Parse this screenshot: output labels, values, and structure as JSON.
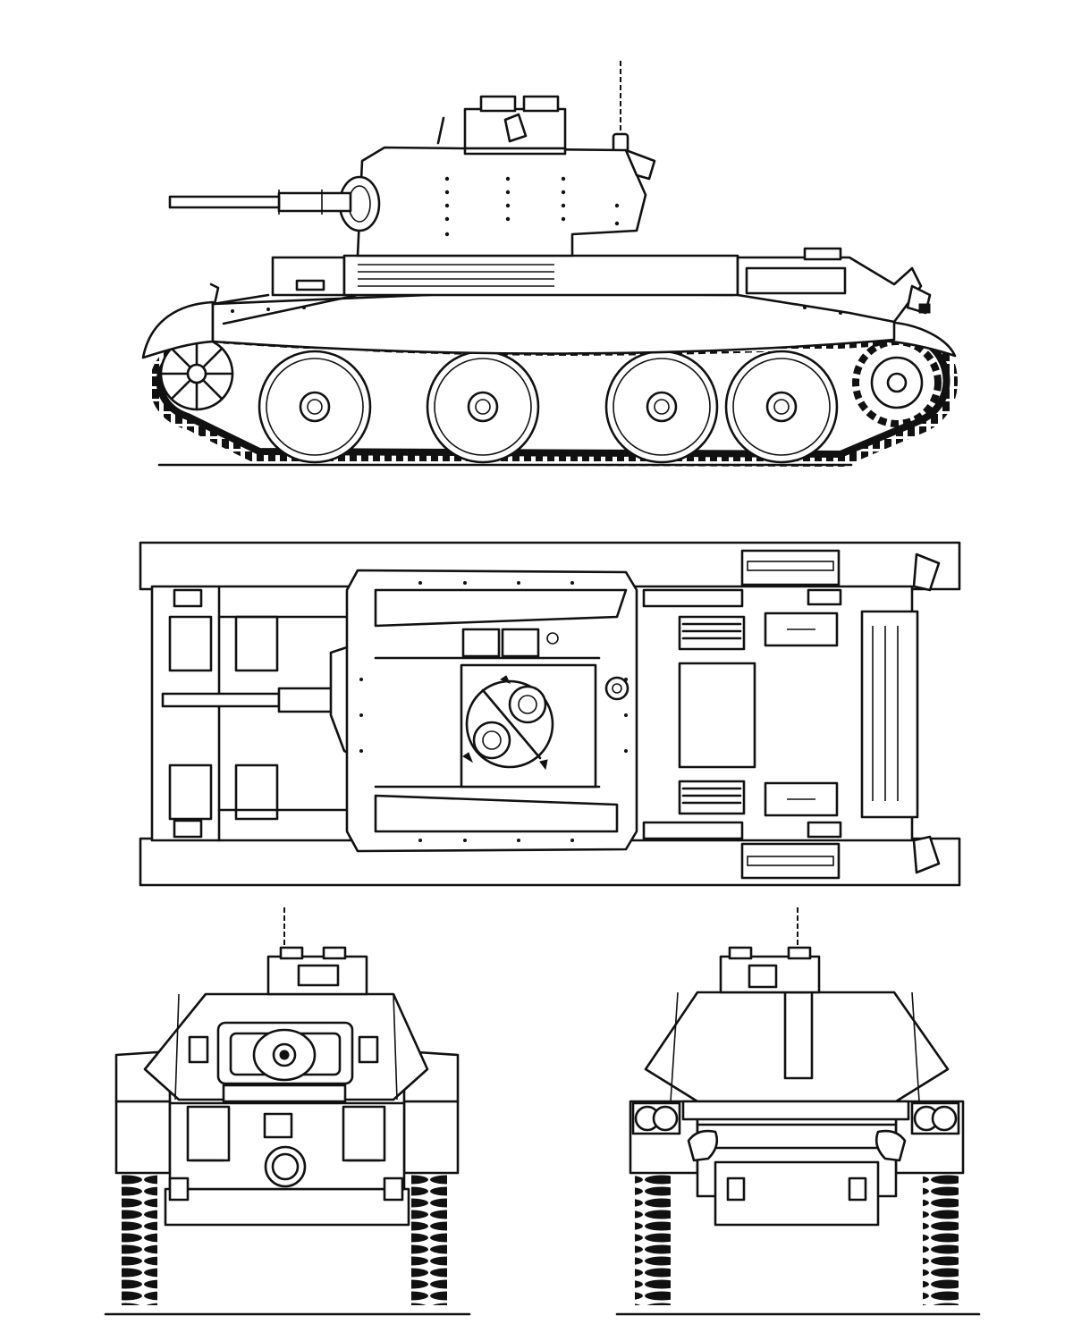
{
  "figure": {
    "kind": "tank blueprint line drawing",
    "views": [
      "side",
      "top",
      "front",
      "rear"
    ],
    "ink_color": "#111111",
    "paper_color": "#ffffff",
    "road_wheels_per_side": 4
  }
}
